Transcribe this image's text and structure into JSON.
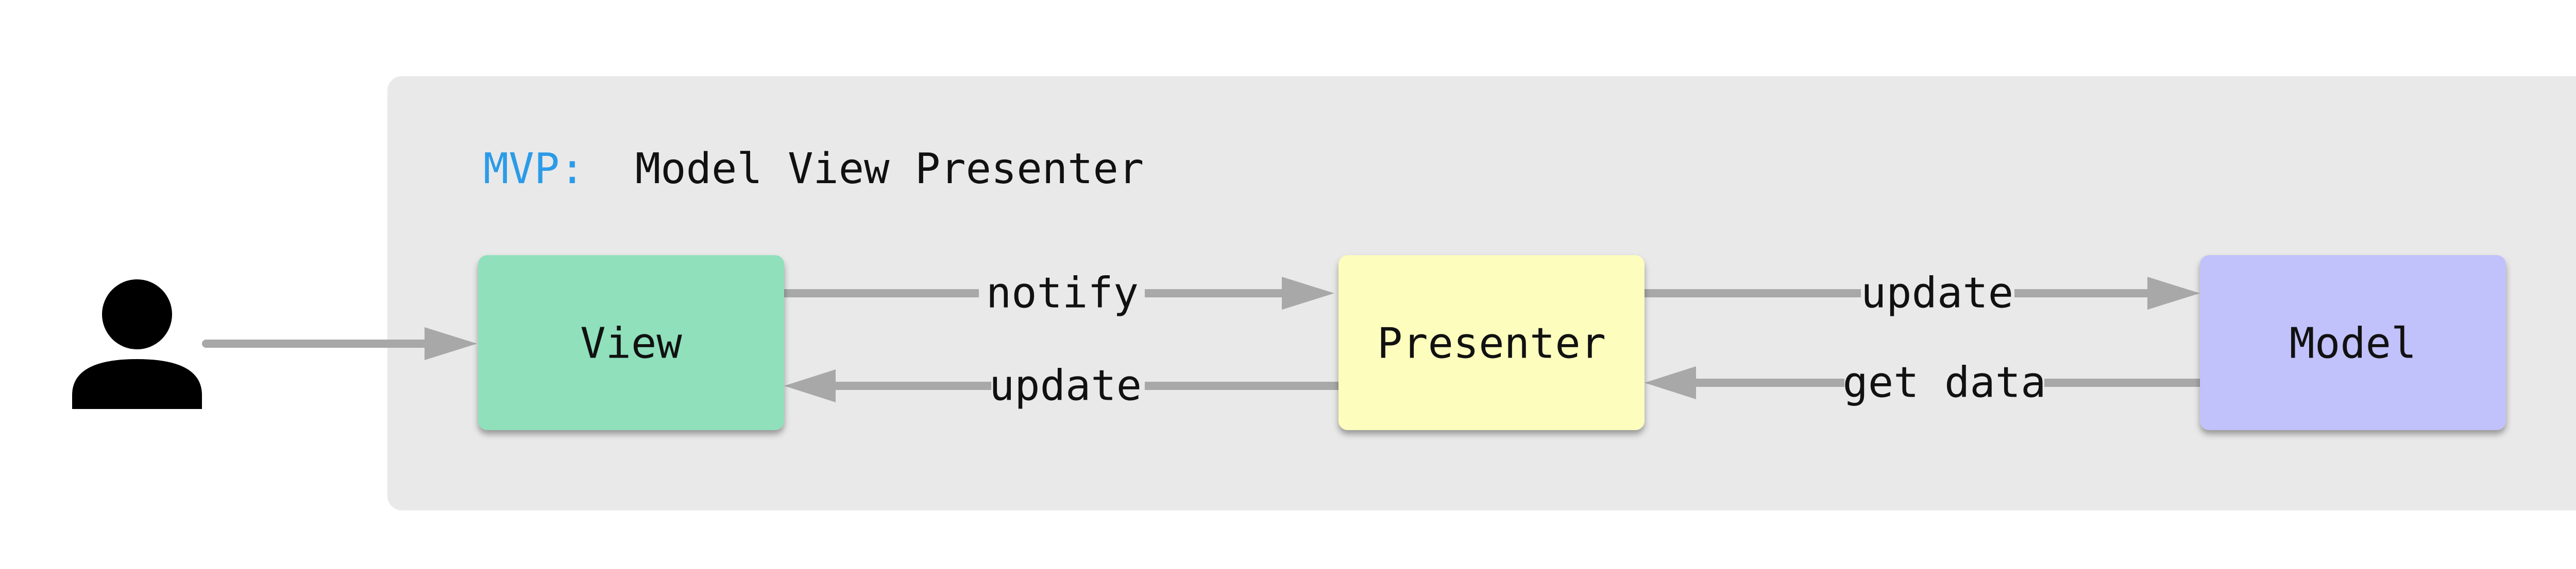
{
  "title": {
    "prefix": "MVP:",
    "text": "Model View Presenter"
  },
  "nodes": {
    "view": {
      "label": "View"
    },
    "presenter": {
      "label": "Presenter"
    },
    "model": {
      "label": "Model"
    }
  },
  "edges": {
    "view_to_presenter": {
      "label": "notify"
    },
    "presenter_to_view": {
      "label": "update"
    },
    "presenter_to_model": {
      "label": "update"
    },
    "model_to_presenter": {
      "label": "get data"
    }
  },
  "icons": {
    "actor": "user-icon"
  },
  "colors": {
    "background_panel": "#e9e9e9",
    "title_accent": "#2b9be8",
    "view_fill": "#8fe0bb",
    "presenter_fill": "#fdfdbd",
    "model_fill": "#c1c1fb",
    "arrow": "#a8a8a8",
    "text": "#111111"
  }
}
